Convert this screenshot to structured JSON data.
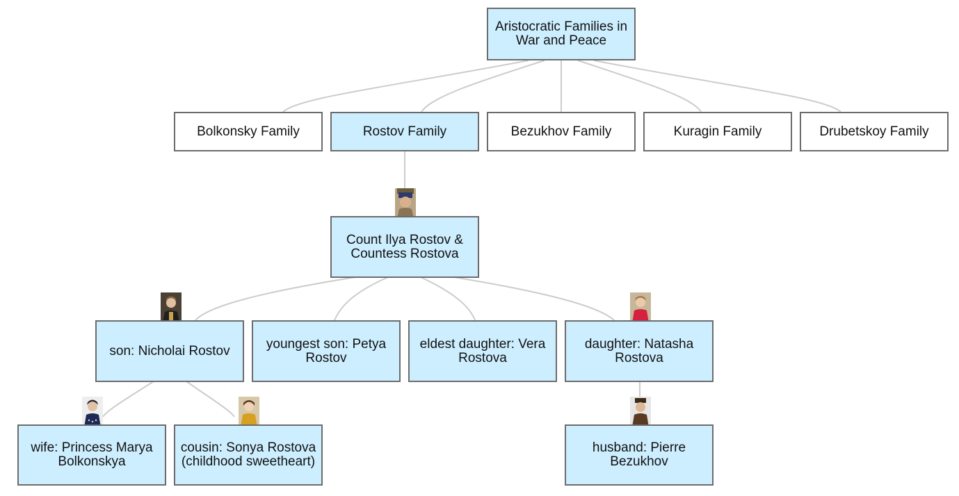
{
  "root": {
    "label": "Aristocratic Families in War and Peace"
  },
  "families": [
    {
      "label": "Bolkonsky Family"
    },
    {
      "label": "Rostov Family"
    },
    {
      "label": "Bezukhov Family"
    },
    {
      "label": "Kuragin Family"
    },
    {
      "label": "Drubetskoy Family"
    }
  ],
  "parents": {
    "label": "Count Ilya Rostov & Countess Rostova"
  },
  "children": [
    {
      "label": "son: Nicholai Rostov"
    },
    {
      "label": "youngest son: Petya Rostov"
    },
    {
      "label": "eldest daughter: Vera Rostova"
    },
    {
      "label": "daughter: Natasha Rostova"
    }
  ],
  "grandchildren": {
    "wife": {
      "label": "wife: Princess Marya Bolkonskya"
    },
    "cousin": {
      "label": "cousin: Sonya Rostova (childhood sweetheart)"
    },
    "husband": {
      "label": "husband: Pierre Bezukhov"
    }
  },
  "colors": {
    "node_highlight": "#cdeeff",
    "node_plain": "#ffffff",
    "node_border": "#6b6b6b",
    "link": "#cccccc"
  }
}
